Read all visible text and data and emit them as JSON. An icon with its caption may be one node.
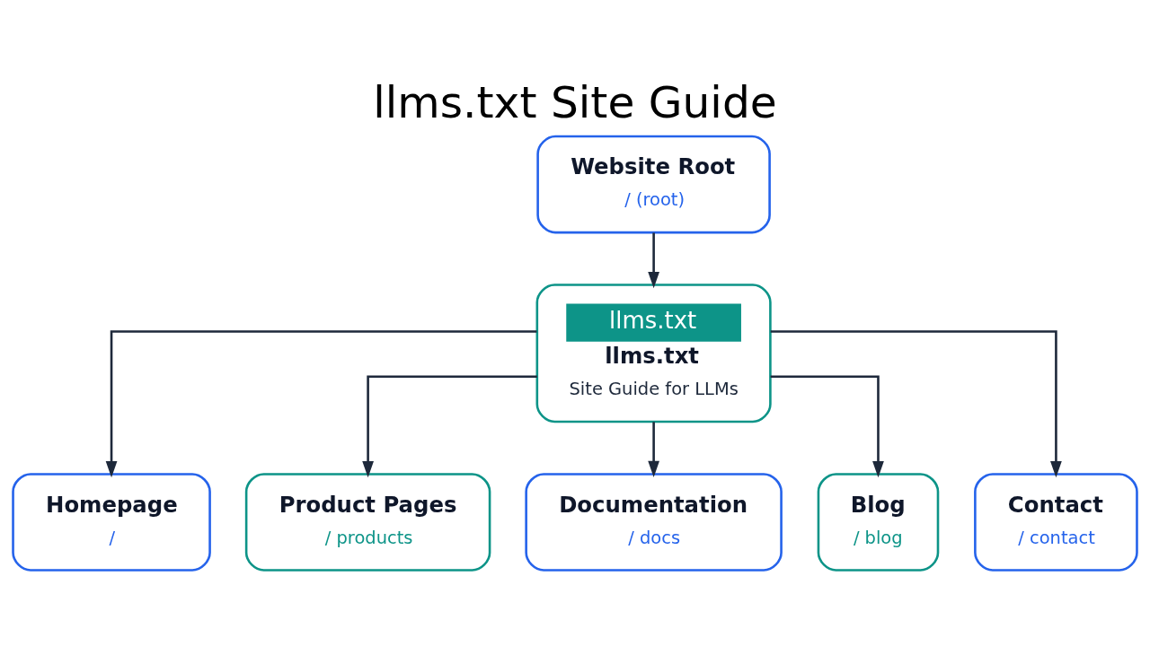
{
  "diagram": {
    "title": "llms.txt Site Guide",
    "nodes": [
      {
        "text": [
          "Website Root",
          "/ (root)"
        ]
      },
      {
        "text": [
          "llms.txt",
          "llms.txt",
          "Site Guide for LLMs"
        ]
      },
      {
        "text": [
          "Homepage",
          "/"
        ]
      },
      {
        "text": [
          "Product Pages",
          "/ products"
        ]
      },
      {
        "text": [
          "Documentation",
          "/ docs"
        ]
      },
      {
        "text": [
          "Blog",
          "/ blog"
        ]
      },
      {
        "text": [
          "Contact",
          "/ contact"
        ]
      }
    ],
    "edges": [
      {
        "from": 0,
        "to": 1,
        "arrow": "to"
      },
      {
        "from": 1,
        "to": 2,
        "arrow": "to"
      },
      {
        "from": 1,
        "to": 3,
        "arrow": "to"
      },
      {
        "from": 1,
        "to": 4,
        "arrow": "to"
      },
      {
        "from": 1,
        "to": 5,
        "arrow": "to"
      },
      {
        "from": 1,
        "to": 6,
        "arrow": "to"
      }
    ]
  }
}
